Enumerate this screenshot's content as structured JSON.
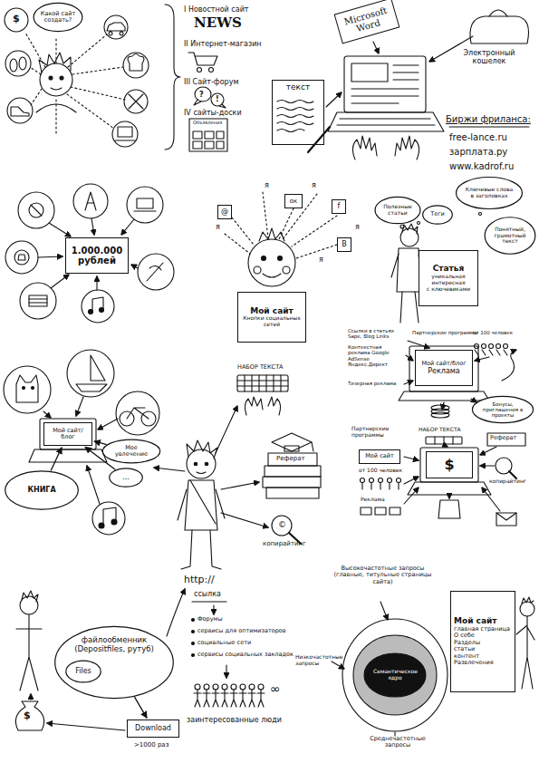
{
  "diagram": {
    "nodes": [
      {
        "text": [
          "Какой сайт создать?"
        ]
      },
      {
        "text": [
          "текст"
        ]
      },
      {
        "text": [
          "Microsoft Word"
        ]
      },
      {
        "text": [
          "1.000.000 рублей"
        ]
      },
      {
        "text": [
          "Мой сайт",
          "Кнопки социальных сетей"
        ]
      },
      {
        "text": [
          "@"
        ]
      },
      {
        "text": [
          "ок"
        ]
      },
      {
        "text": [
          "f"
        ]
      },
      {
        "text": [
          "B"
        ]
      },
      {
        "text": [
          "Статья",
          "уникальная",
          "интересная",
          "с ключевиками"
        ]
      },
      {
        "text": [
          "Полезные статьи"
        ]
      },
      {
        "text": [
          "Теги"
        ]
      },
      {
        "text": [
          "Ключевые слова в заголовках"
        ]
      },
      {
        "text": [
          "Понятный, грамотный текст"
        ]
      },
      {
        "text": [
          "Мой сайт/блог"
        ]
      },
      {
        "text": [
          "Мое увлечение"
        ]
      },
      {
        "text": [
          "..."
        ]
      },
      {
        "text": [
          "КНИГА"
        ]
      },
      {
        "text": [
          "Мой сайт/блог",
          "Реклама"
        ]
      },
      {
        "text": [
          "Бонусы, приглашения в проекты"
        ]
      },
      {
        "text": [
          "$"
        ]
      },
      {
        "text": [
          "Мой сайт"
        ]
      },
      {
        "text": [
          "файлообменник (Depositfiles, рутуб)"
        ]
      },
      {
        "text": [
          "Files"
        ],
        "in": 22
      },
      {
        "text": [
          "Download"
        ]
      },
      {
        "text": [
          "Мой сайт",
          "главная страница",
          "О себе",
          "Разделы",
          "статьи",
          "контент",
          "Развлечения"
        ]
      }
    ],
    "edges": [
      {
        "from": 15,
        "to": 14,
        "arrow": "to"
      },
      {
        "from": 16,
        "to": 14,
        "arrow": "to"
      },
      {
        "from": 17,
        "to": 14,
        "arrow": "to"
      },
      {
        "from": 22,
        "to": 24,
        "arrow": "to"
      }
    ],
    "labels": [
      "I Новостной сайт",
      "NEWS",
      "II Интернет-магазин",
      "III Сайт-форум",
      "?",
      "!",
      "IV сайты-доски",
      "Объявления",
      "$",
      "Электронный кошелек",
      "Биржи фриланса:",
      "free-lance.ru",
      "зарплата.ру",
      "www.kadrof.ru",
      "я",
      "я",
      "я",
      "я",
      "я",
      "НАБОР ТЕКСТА",
      "Реферат",
      "©",
      "копирайтинг",
      "Ссылки в статьях Sape, Blog Links",
      "Контекстная реклама Google AdSense Яндекс.Директ",
      "Тизерная реклама",
      "Партнерские программы",
      "от 100 человек",
      "НАБОР ТЕКСТА",
      "Реферат",
      "Партнерские программы",
      "от 100 человек",
      "Реклама",
      "копирайтинг",
      "$",
      ">1000 раз",
      "http://",
      "ссылка",
      "Форумы",
      "сервисы для оптимизаторов",
      "социальные сети",
      "сервисы социальных закладок",
      "заинтересованные люди",
      "∞",
      "Высокочастотные запросы (главные, титульные страницы сайта)",
      "Низкочастотные запросы",
      "Семантическое ядро",
      "Среднечастотные запросы"
    ]
  }
}
